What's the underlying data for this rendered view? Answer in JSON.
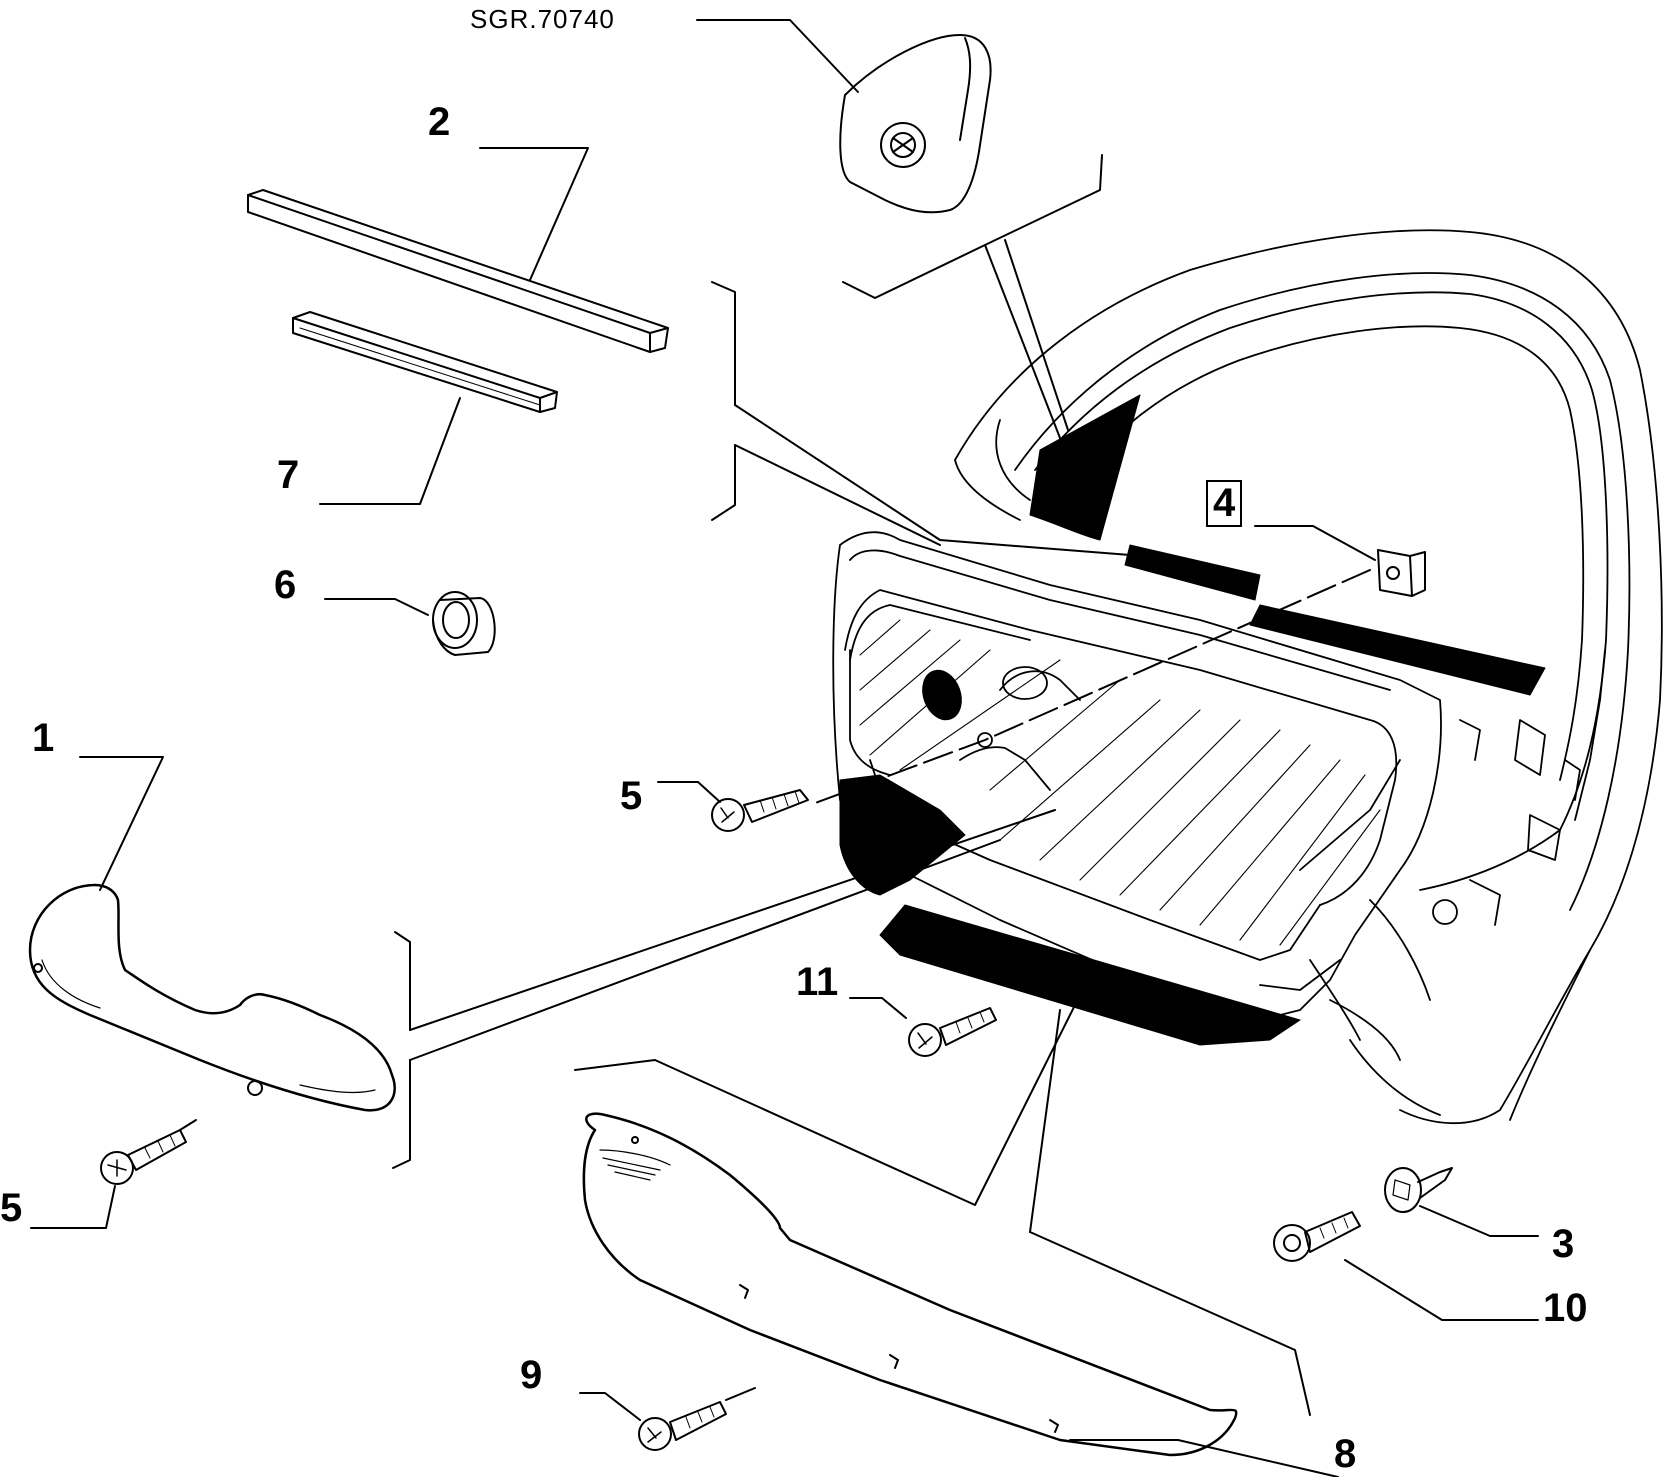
{
  "drawing": {
    "reference_code": "SGR.70740",
    "callouts": [
      {
        "id": "1",
        "label": "1"
      },
      {
        "id": "2",
        "label": "2"
      },
      {
        "id": "3",
        "label": "3"
      },
      {
        "id": "4",
        "label": "4"
      },
      {
        "id": "5a",
        "label": "5"
      },
      {
        "id": "5b",
        "label": "5"
      },
      {
        "id": "6",
        "label": "6"
      },
      {
        "id": "7",
        "label": "7"
      },
      {
        "id": "8",
        "label": "8"
      },
      {
        "id": "9",
        "label": "9"
      },
      {
        "id": "10",
        "label": "10"
      },
      {
        "id": "11",
        "label": "11"
      }
    ]
  },
  "colors": {
    "ink": "#000000",
    "paper": "#ffffff"
  }
}
